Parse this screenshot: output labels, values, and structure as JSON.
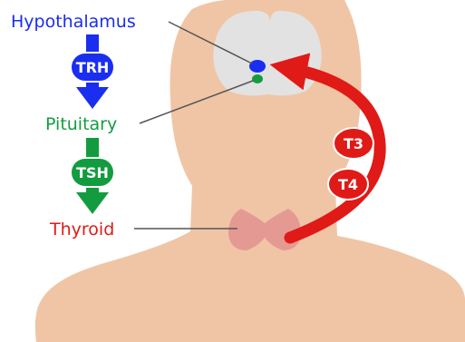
{
  "diagram": {
    "colors": {
      "hypothalamus": "#1a2ef0",
      "pituitary": "#139c3f",
      "thyroid": "#e01a17",
      "skin": "#f0c5a5",
      "brain": "#e2e2e2",
      "gland": "#e49a93",
      "leader_line": "#555555",
      "white": "#ffffff"
    },
    "labels": {
      "hypothalamus": "Hypothalamus",
      "pituitary": "Pituitary",
      "thyroid": "Thyroid"
    },
    "hormones": {
      "trh": "TRH",
      "tsh": "TSH",
      "t3": "T3",
      "t4": "T4"
    }
  }
}
